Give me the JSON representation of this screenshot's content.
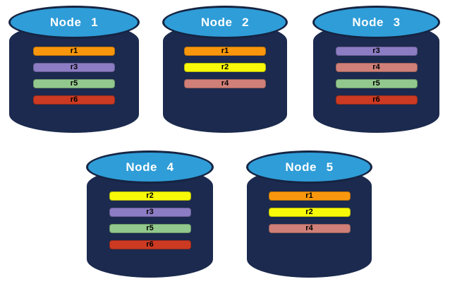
{
  "colors": {
    "page_background": "#FFFFFF",
    "cylinder_body": "#1B2A4E",
    "cylinder_top_fill": "#2F9DD8",
    "cylinder_outline": "#152442",
    "node_label_text": "#FFFFFF",
    "replica_label_text": "#000000"
  },
  "replica_colors": {
    "r1": "#F8970D",
    "r2": "#F7F909",
    "r3": "#8C7CC4",
    "r4": "#D08078",
    "r5": "#92C88D",
    "r6": "#CC3A23"
  },
  "nodes": [
    {
      "label": "Node 1",
      "replicas": [
        "r1",
        "r3",
        "r5",
        "r6"
      ]
    },
    {
      "label": "Node 2",
      "replicas": [
        "r1",
        "r2",
        "r4"
      ]
    },
    {
      "label": "Node 3",
      "replicas": [
        "r3",
        "r4",
        "r5",
        "r6"
      ]
    },
    {
      "label": "Node 4",
      "replicas": [
        "r2",
        "r3",
        "r5",
        "r6"
      ]
    },
    {
      "label": "Node 5",
      "replicas": [
        "r1",
        "r2",
        "r4"
      ]
    }
  ]
}
